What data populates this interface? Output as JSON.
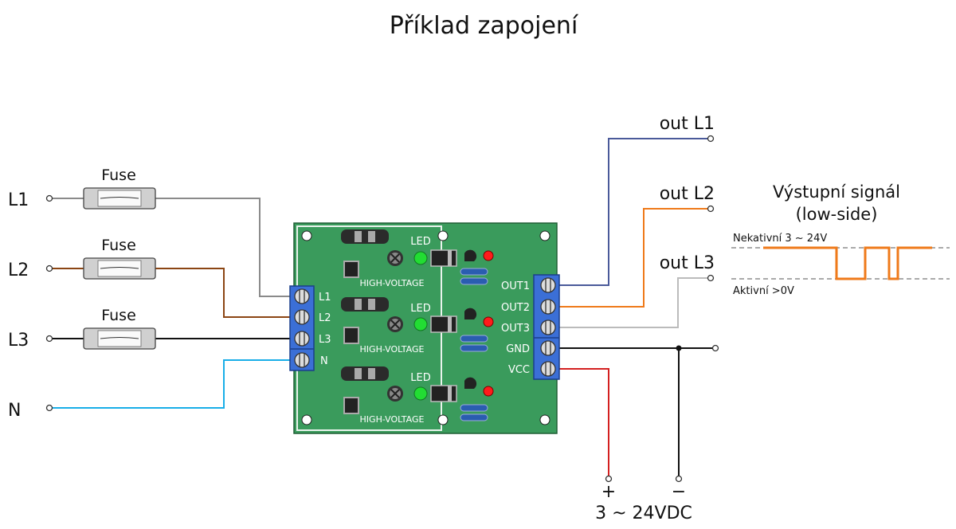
{
  "title": "Příklad zapojení",
  "inputs": {
    "l1": "L1",
    "l2": "L2",
    "l3": "L3",
    "n": "N"
  },
  "fuses": {
    "f1": "Fuse",
    "f2": "Fuse",
    "f3": "Fuse"
  },
  "board": {
    "terminals_left": [
      "L1",
      "L2",
      "L3",
      "N"
    ],
    "terminals_right": [
      "OUT1",
      "OUT2",
      "OUT3",
      "GND",
      "VCC"
    ],
    "channels": [
      {
        "led": "LED",
        "hv": "HIGH-VOLTAGE"
      },
      {
        "led": "LED",
        "hv": "HIGH-VOLTAGE"
      },
      {
        "led": "LED",
        "hv": "HIGH-VOLTAGE"
      }
    ]
  },
  "outputs": {
    "o1": "out L1",
    "o2": "out L2",
    "o3": "out L3"
  },
  "power": {
    "plus": "+",
    "minus": "−",
    "label": "3 ~ 24VDC"
  },
  "signal": {
    "title_line1": "Výstupní signál",
    "title_line2": "(low-side)",
    "inactive": "Nekativní 3 ~ 24V",
    "active": "Aktivní >0V"
  },
  "colors": {
    "board": "#3a9b5c",
    "terminal": "#3b6fd6",
    "wire_l1": "#8a8a8a",
    "wire_l2": "#8b4513",
    "wire_l3": "#111111",
    "wire_n": "#19aee8",
    "wire_out1": "#4a5a9a",
    "wire_out2": "#ef7a1a",
    "wire_out3": "#bbbbbb",
    "wire_vcc": "#d42020",
    "signal": "#ef7a1a"
  }
}
